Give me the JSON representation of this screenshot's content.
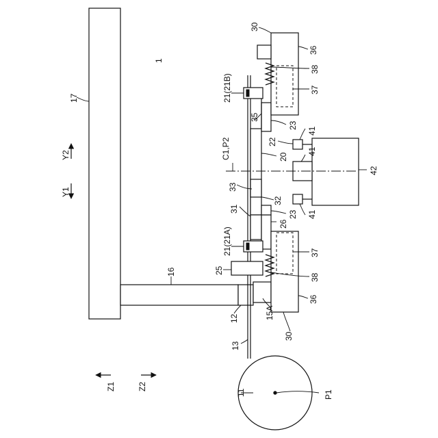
{
  "figure": {
    "labels": {
      "device": "1",
      "l11": "11",
      "l12": "12",
      "l13": "13",
      "l15a": "15A",
      "l16": "16",
      "l17": "17",
      "l20": "20",
      "l21a": "21(21A)",
      "l21b": "21(21B)",
      "l22": "22",
      "l23a": "23",
      "l23b": "23",
      "l25": "25",
      "l26": "26",
      "l30a": "30",
      "l30b": "30",
      "l31": "31",
      "l32": "32",
      "l33": "33",
      "l35": "35",
      "l36a": "36",
      "l36b": "36",
      "l37a": "37",
      "l37b": "37",
      "l38a": "38",
      "l38b": "38",
      "l41a": "41",
      "l41b": "41",
      "l41c": "41",
      "l42": "42",
      "axis": "C1,P2",
      "p1": "P1"
    },
    "directions": {
      "y1": "Y1",
      "y2": "Y2",
      "z1": "Z1",
      "z2": "Z2"
    }
  }
}
